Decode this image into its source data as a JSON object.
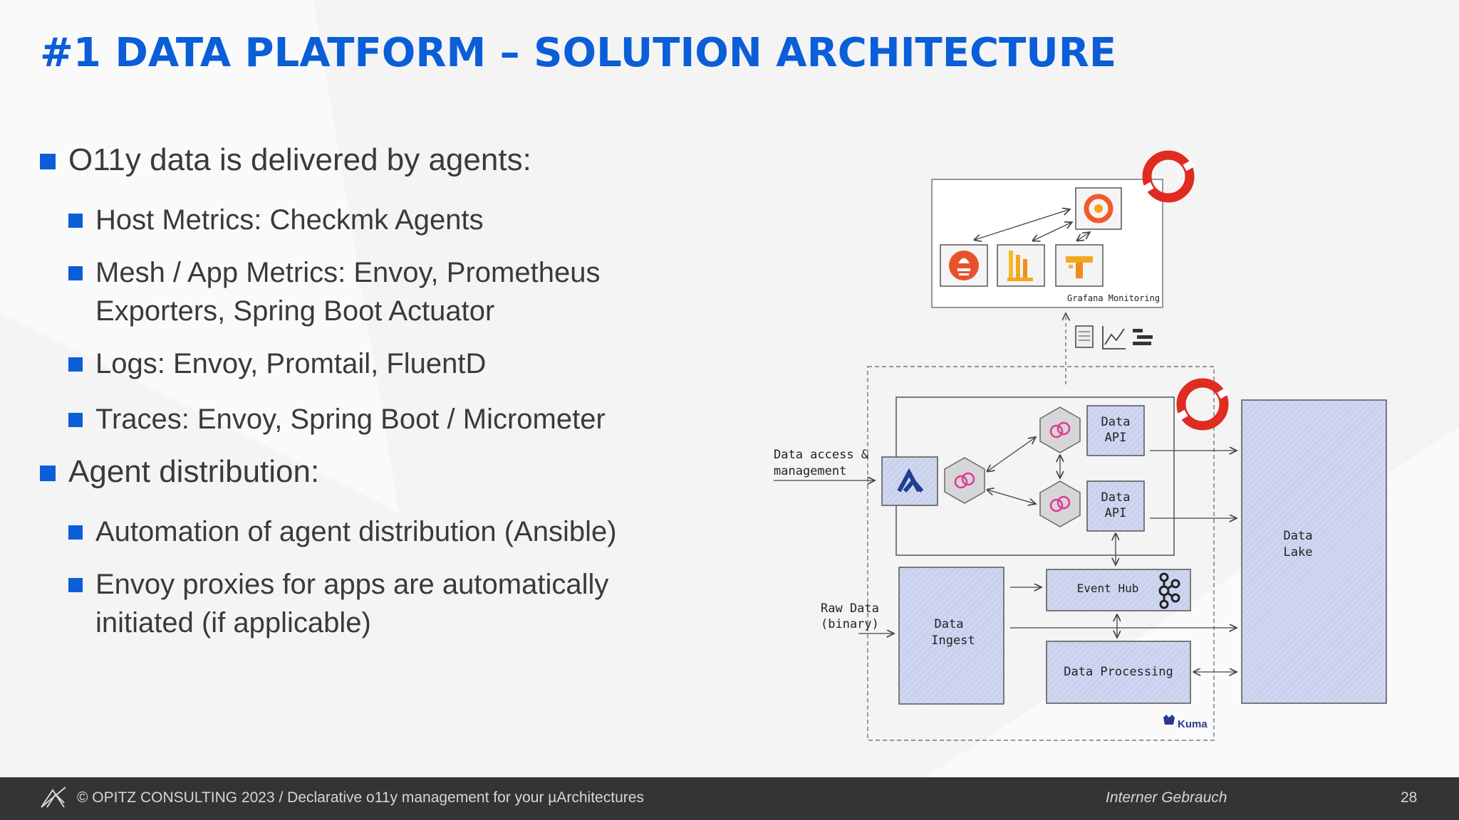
{
  "slide": {
    "title": "#1 DATA PLATFORM – SOLUTION ARCHITECTURE",
    "bullets": [
      {
        "text": "O11y data is delivered by agents:",
        "sub": [
          {
            "lines": [
              "Host Metrics: Checkmk Agents"
            ]
          },
          {
            "lines": [
              "Mesh / App Metrics: Envoy, Prometheus",
              "Exporters, Spring Boot Actuator"
            ]
          },
          {
            "lines": [
              "Logs: Envoy, Promtail, FluentD"
            ]
          },
          {
            "lines": [
              "Traces: Envoy, Spring Boot / Micrometer"
            ]
          }
        ]
      },
      {
        "text": "Agent distribution:",
        "sub": [
          {
            "lines": [
              "Automation of agent distribution (Ansible)"
            ]
          },
          {
            "lines": [
              "Envoy proxies for apps are automatically",
              "initiated (if applicable)"
            ]
          }
        ]
      }
    ]
  },
  "diagram": {
    "grafana_monitoring": "Grafana Monitoring",
    "data_access_l1": "Data access &",
    "data_access_l2": "management",
    "data_api_1_l1": "Data",
    "data_api_1_l2": "API",
    "data_api_2_l1": "Data",
    "data_api_2_l2": "API",
    "raw_data_l1": "Raw Data",
    "raw_data_l2": "(binary)",
    "data_ingest_l1": "Data",
    "data_ingest_l2": "Ingest",
    "event_hub": "Event Hub",
    "data_processing": "Data Processing",
    "data_lake_l1": "Data",
    "data_lake_l2": "Lake",
    "kuma": "Kuma",
    "colors": {
      "openshift_red": "#e02b20",
      "box_fill": "#cfd6f0",
      "grafana_orange": "#f05a28"
    },
    "icons": [
      "openshift-icon",
      "grafana-icon",
      "prometheus-icon",
      "loki-icon",
      "tempo-icon",
      "logs-icon",
      "metrics-icon",
      "traces-icon",
      "api-gateway-icon",
      "hexagon-service-icon",
      "kafka-icon",
      "kuma-icon"
    ]
  },
  "footer": {
    "copyright": "© OPITZ CONSULTING 2023  /   Declarative o11y management for your µArchitectures",
    "classification": "Interner Gebrauch",
    "page": "28"
  },
  "theme": {
    "accent": "#0a5ed7",
    "footer_bg": "#333436"
  }
}
